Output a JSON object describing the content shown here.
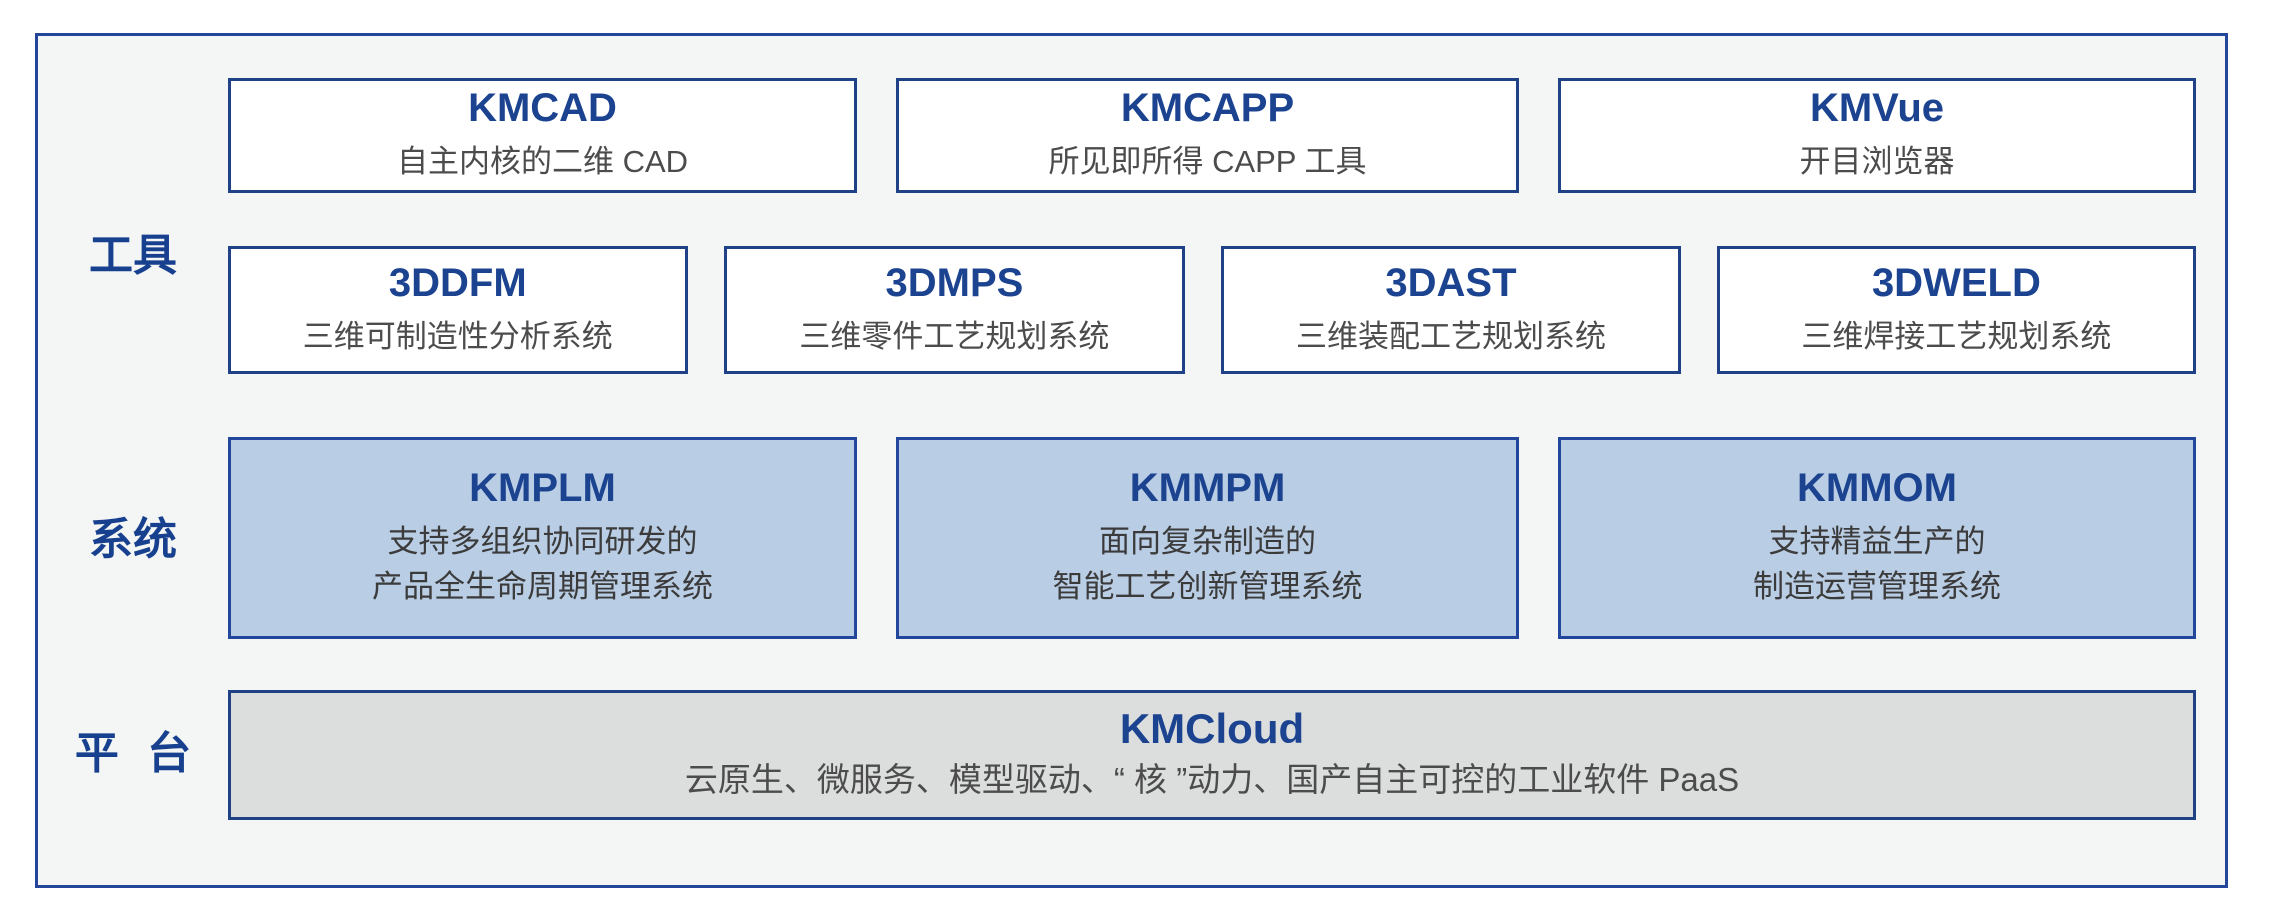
{
  "tiers": [
    {
      "label": "工具"
    },
    {
      "label": "系统"
    },
    {
      "label": "平 台"
    }
  ],
  "colors": {
    "frame_border": "#23469a",
    "frame_bg": "#f4f6f6",
    "card_border": "#1f4287",
    "title_blue": "#1b4390",
    "system_fill": "#b9cde4",
    "platform_fill": "#dcdddd",
    "desc_gray": "#4c4c4c"
  },
  "tools_row_1": [
    {
      "title": "KMCAD",
      "desc": "自主内核的二维 CAD"
    },
    {
      "title": "KMCAPP",
      "desc": "所见即所得 CAPP 工具"
    },
    {
      "title": "KMVue",
      "desc": "开目浏览器"
    }
  ],
  "tools_row_2": [
    {
      "title": "3DDFM",
      "desc": "三维可制造性分析系统"
    },
    {
      "title": "3DMPS",
      "desc": "三维零件工艺规划系统"
    },
    {
      "title": "3DAST",
      "desc": "三维装配工艺规划系统"
    },
    {
      "title": "3DWELD",
      "desc": "三维焊接工艺规划系统"
    }
  ],
  "systems_row": [
    {
      "title": "KMPLM",
      "desc_line1": "支持多组织协同研发的",
      "desc_line2": "产品全生命周期管理系统"
    },
    {
      "title": "KMMPM",
      "desc_line1": "面向复杂制造的",
      "desc_line2": "智能工艺创新管理系统"
    },
    {
      "title": "KMMOM",
      "desc_line1": "支持精益生产的",
      "desc_line2": "制造运营管理系统"
    }
  ],
  "platform_row": {
    "title": "KMCloud",
    "desc": "云原生、微服务、模型驱动、“ 核 ”动力、国产自主可控的工业软件 PaaS"
  }
}
